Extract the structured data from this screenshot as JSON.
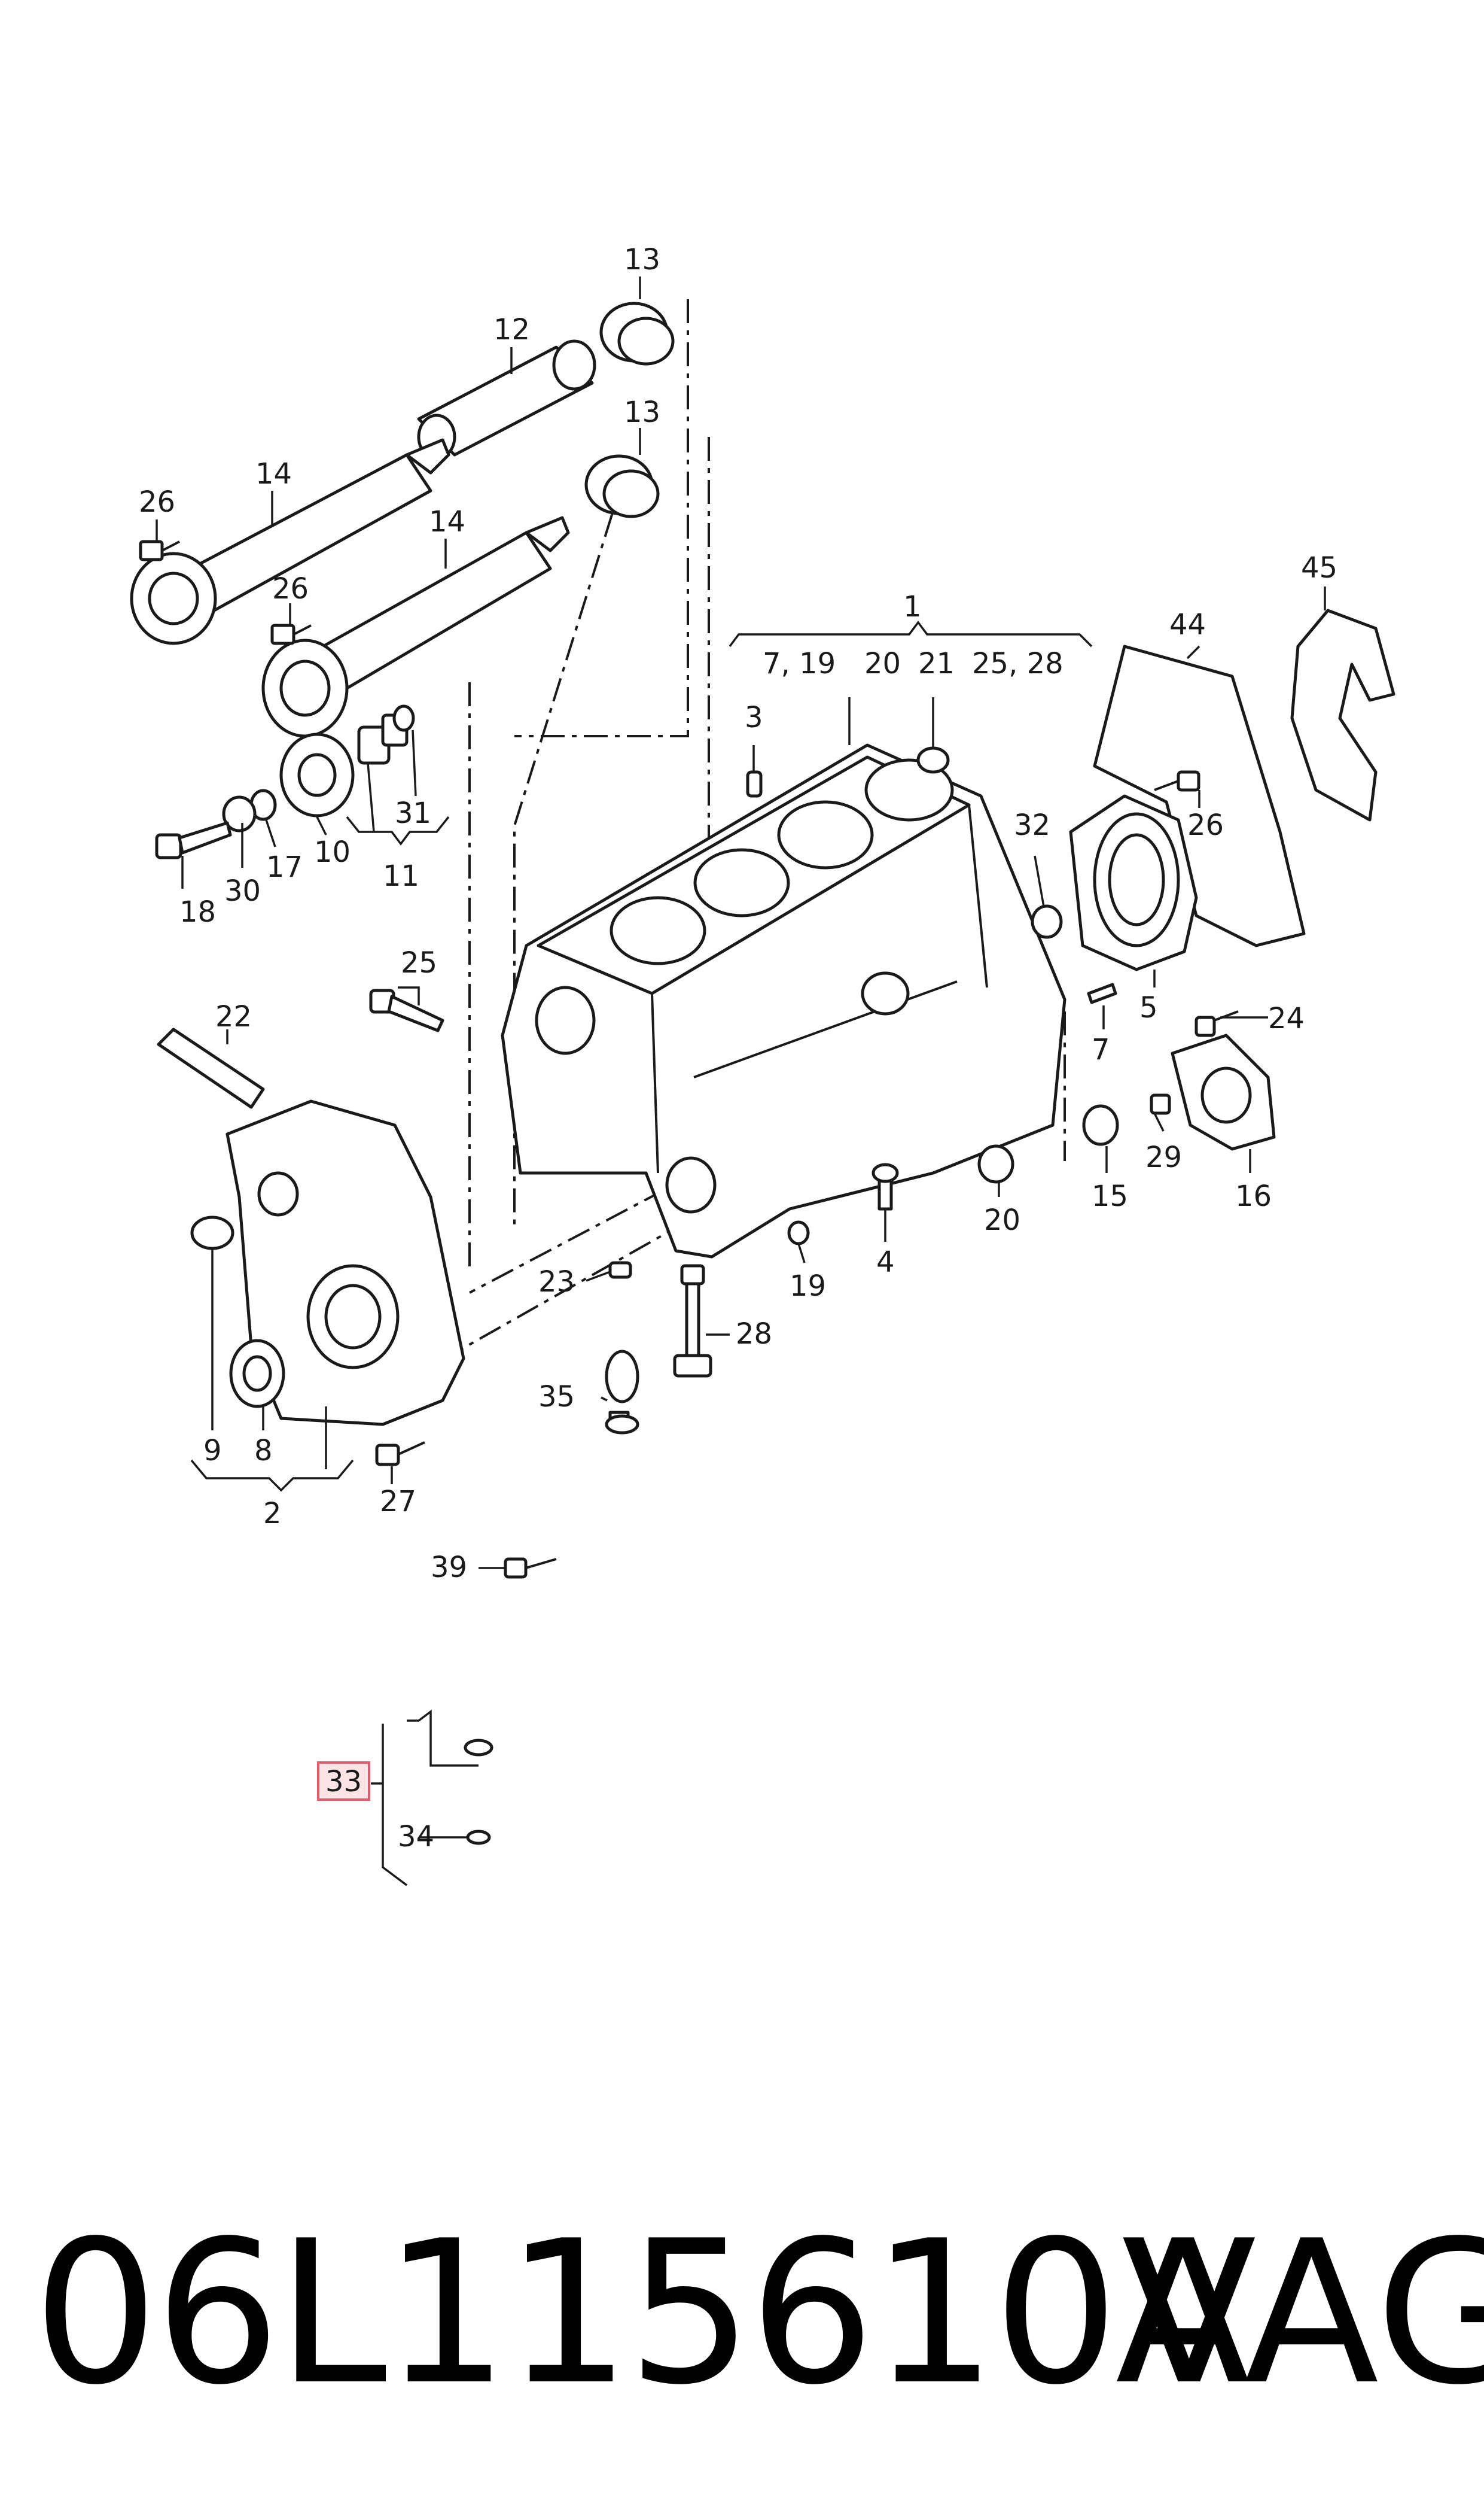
{
  "callouts": {
    "c1": "1",
    "c1_group": "7, 19",
    "c1_20": "20",
    "c1_21": "21",
    "c1_2528": "25, 28",
    "c2": "2",
    "c3": "3",
    "c4": "4",
    "c5": "5",
    "c7a": "7",
    "c8": "8",
    "c9": "9",
    "c10": "10",
    "c11": "11",
    "c12": "12",
    "c13a": "13",
    "c13b": "13",
    "c14a": "14",
    "c14b": "14",
    "c15": "15",
    "c16": "16",
    "c17": "17",
    "c18": "18",
    "c19": "19",
    "c20": "20",
    "c22": "22",
    "c23": "23",
    "c24": "24",
    "c25": "25",
    "c26a": "26",
    "c26b": "26",
    "c26c": "26",
    "c27": "27",
    "c28": "28",
    "c29": "29",
    "c30": "30",
    "c31": "31",
    "c32": "32",
    "c33": "33",
    "c34": "34",
    "c35": "35",
    "c39": "39",
    "c44": "44",
    "c45": "45"
  },
  "highlight_color": "#e35b6a",
  "highlight_fill": "#fbe3e6",
  "footer": {
    "part_number": "06L115610A",
    "brand": "VAG"
  }
}
